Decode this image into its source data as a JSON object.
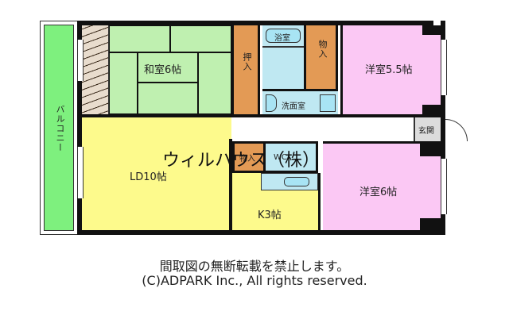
{
  "floorplan": {
    "rooms": {
      "washitsu": {
        "label": "和室6帖",
        "color": "#bff0b0"
      },
      "oshiire": {
        "label": "押入",
        "color": "#e39a55"
      },
      "bath": {
        "label": "浴室",
        "color": "#bfe8f2"
      },
      "monoire": {
        "label": "物入",
        "color": "#e39a55"
      },
      "youshitsu1": {
        "label": "洋室5.5帖",
        "color": "#fbc8f4"
      },
      "senmen": {
        "label": "洗面室",
        "color": "#bfe8f2"
      },
      "ld": {
        "label": "LD10帖",
        "color": "#fdfa8c"
      },
      "monoire2": {
        "label": "物入",
        "color": "#e39a55"
      },
      "wc": {
        "label": "WC",
        "color": "#bfe8f2"
      },
      "kitchen": {
        "label": "K3帖",
        "color": "#fdfa8c"
      },
      "youshitsu2": {
        "label": "洋室6帖",
        "color": "#fbc8f4"
      },
      "genkan": {
        "label": "玄関",
        "color": "#dcdcdc"
      },
      "balcony": {
        "label": "バルコニー",
        "color": "#7ef07e"
      }
    },
    "watermark": "ウィルハウス（株）"
  },
  "footer": {
    "notice": "間取図の無断転載を禁止します。",
    "copyright": "(C)ADPARK Inc., All rights reserved."
  }
}
